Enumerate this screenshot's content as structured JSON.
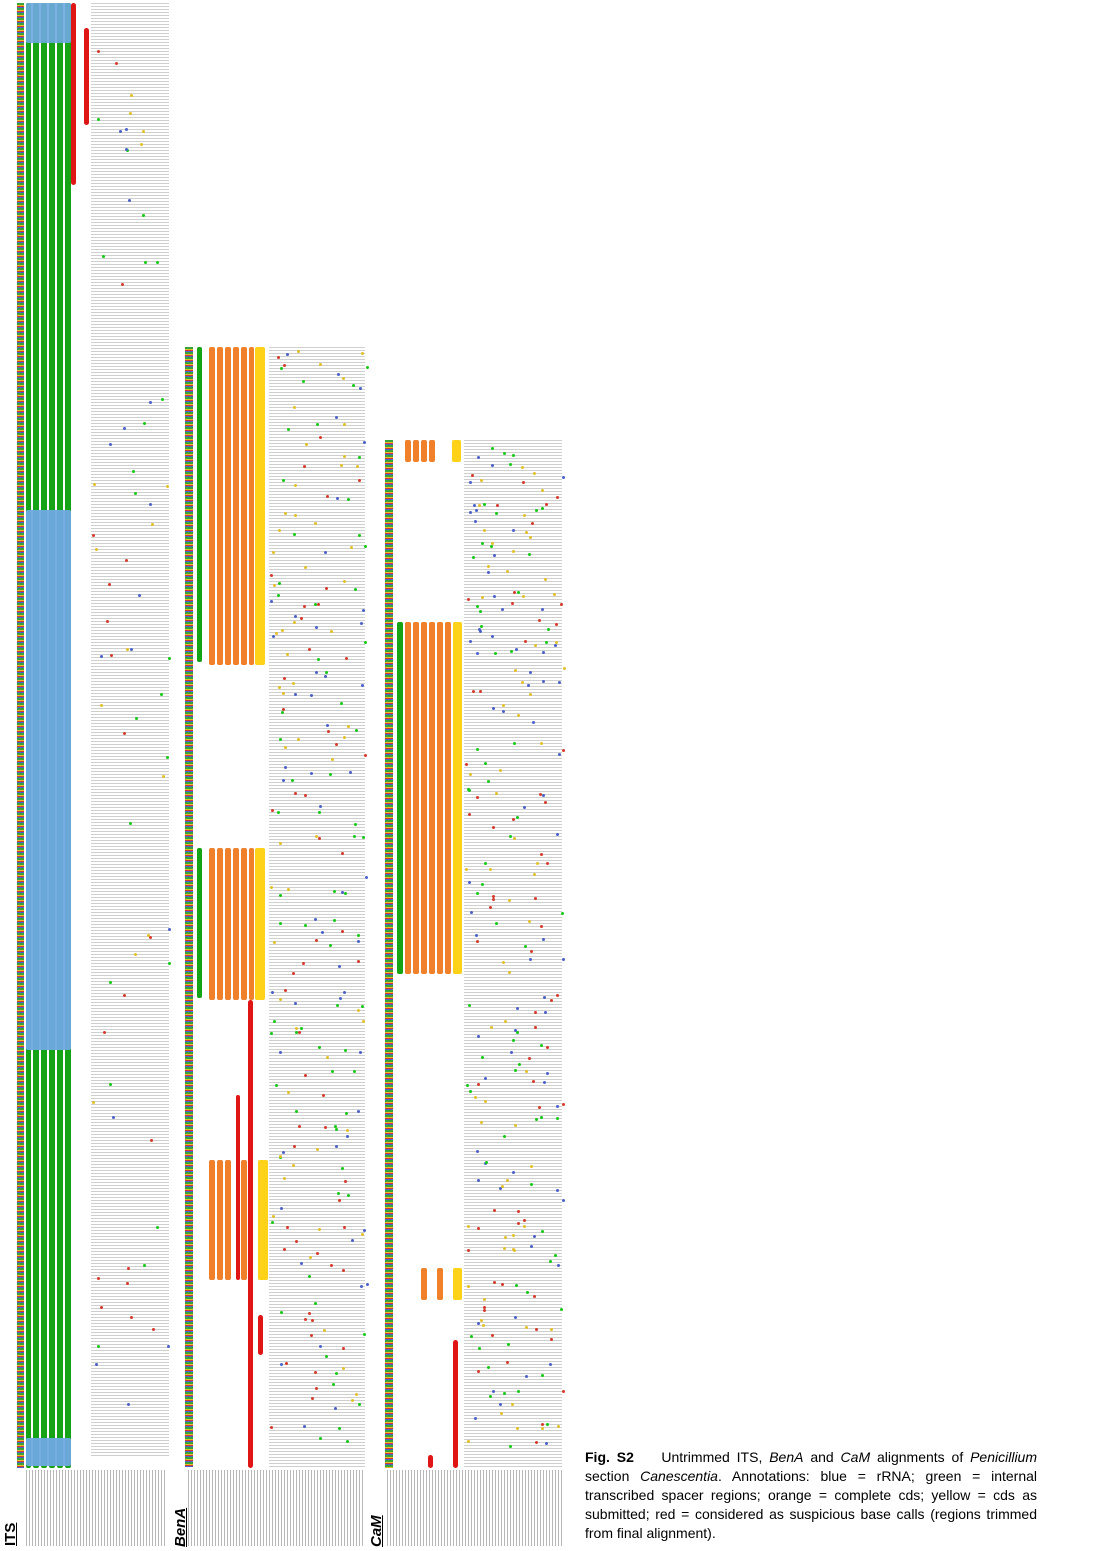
{
  "panels": [
    {
      "label": "ITS",
      "italic": false
    },
    {
      "label": "BenA",
      "italic": true
    },
    {
      "label": "CaM",
      "italic": true
    }
  ],
  "caption": {
    "fig_label": "Fig. S2",
    "text_1": "Untrimmed ITS, ",
    "gene_1": "BenA",
    "text_2": " and ",
    "gene_2": "CaM",
    "text_3": " alignments of ",
    "genus": "Penicillium",
    "text_4": " section ",
    "section": "Canescentia",
    "text_5": ". Annotations: blue = rRNA; green = internal transcribed spacer regions; orange = complete cds; yellow = cds as submitted; red = considered as suspicious base calls (regions trimmed from final alignment)."
  },
  "annotation_colors": {
    "rrna": "#6fa9e2",
    "its": "#16a316",
    "complete_cds": "#f0802a",
    "submitted_cds": "#ffd21a",
    "suspicious": "#e01515"
  },
  "dot_colors": [
    "#16c916",
    "#e3c02a",
    "#d53b2c",
    "#4a62c7"
  ]
}
